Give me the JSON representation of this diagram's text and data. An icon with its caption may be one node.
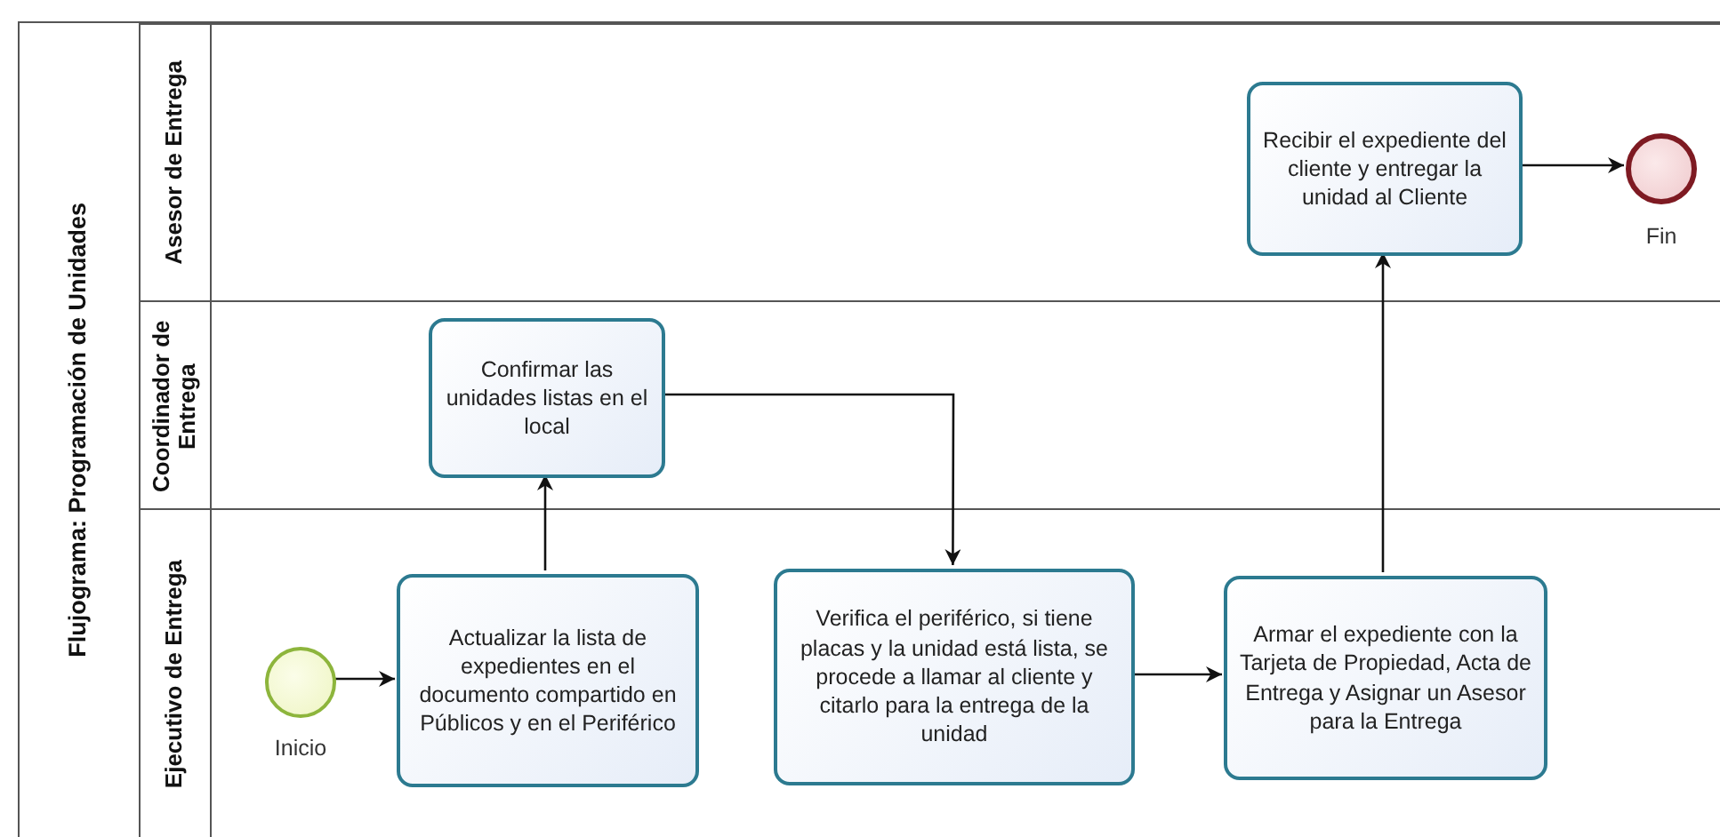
{
  "diagram": {
    "nodes": [
      {
        "text": [
          "Flujograma: Programación de Unidades"
        ]
      },
      {
        "text": [
          "Asesor de Entrega"
        ],
        "in": 0
      },
      {
        "text": [
          "Recibir el expediente del cliente y entregar la unidad al Cliente"
        ],
        "in": 1
      },
      {
        "text": [],
        "shape": "circle",
        "in": 1,
        "beside": [
          "Fin"
        ]
      },
      {
        "text": [
          "Coordinador de Entrega"
        ],
        "in": 0
      },
      {
        "text": [
          "Confirmar las unidades listas en el local"
        ],
        "in": 4
      },
      {
        "text": [
          "Ejecutivo de Entrega"
        ],
        "in": 0
      },
      {
        "text": [],
        "shape": "circle",
        "in": 6,
        "beside": [
          "Inicio"
        ]
      },
      {
        "text": [
          "Actualizar la lista de expedientes en el documento compartido en Públicos y en el Periférico"
        ],
        "in": 6
      },
      {
        "text": [
          "Verifica el periférico, si tiene placas y la unidad está lista, se procede a llamar al cliente y citarlo para la entrega de la unidad"
        ],
        "in": 6
      },
      {
        "text": [
          "Armar el expediente con la Tarjeta de Propiedad, Acta de Entrega y Asignar un Asesor para la Entrega"
        ],
        "in": 6
      }
    ],
    "edges": [
      {
        "from": 7,
        "to": 8,
        "arrow": "to"
      },
      {
        "from": 8,
        "to": 5,
        "arrow": "to"
      },
      {
        "from": 5,
        "to": 9,
        "arrow": "to"
      },
      {
        "from": 9,
        "to": 10,
        "arrow": "to"
      },
      {
        "from": 10,
        "to": 2,
        "arrow": "to"
      },
      {
        "from": 2,
        "to": 3,
        "arrow": "to"
      }
    ]
  }
}
